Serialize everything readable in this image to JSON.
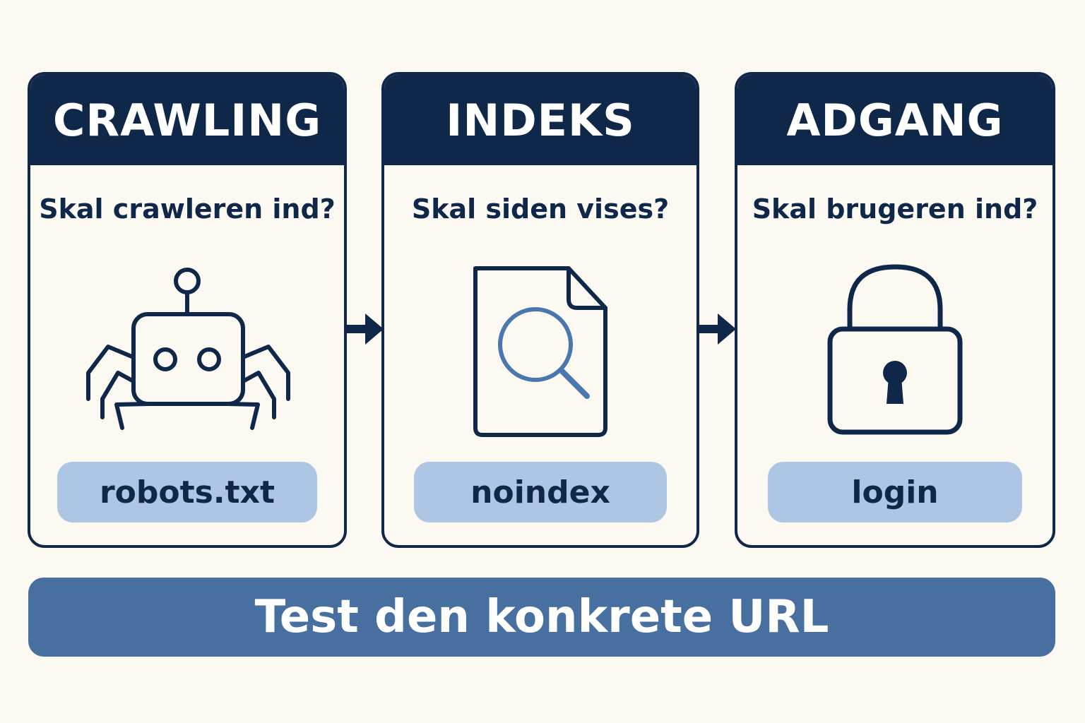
{
  "colors": {
    "background": "#fcf9f3",
    "navy": "#0f2748",
    "tag_fill": "#adc6e3",
    "footer_fill": "#476f9f",
    "magnifier_blue": "#4a77ad"
  },
  "steps": [
    {
      "title": "CRAWLING",
      "question": "Skal crawleren ind?",
      "icon": "robot-spider-icon",
      "tag": "robots.txt"
    },
    {
      "title": "INDEKS",
      "question": "Skal siden vises?",
      "icon": "document-search-icon",
      "tag": "noindex"
    },
    {
      "title": "ADGANG",
      "question": "Skal brugeren ind?",
      "icon": "lock-icon",
      "tag": "login"
    }
  ],
  "footer": {
    "label": "Test den konkrete URL"
  }
}
